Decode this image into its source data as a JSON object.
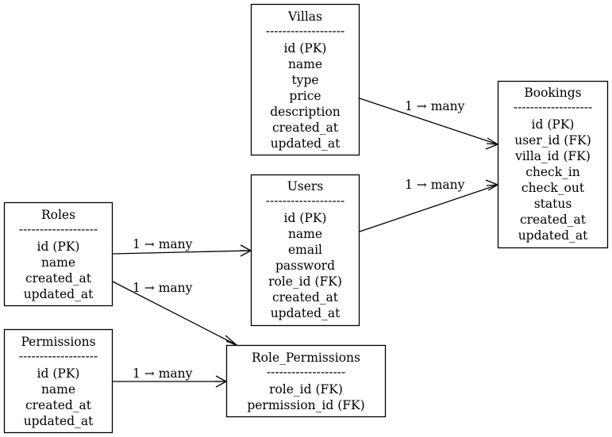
{
  "entities": {
    "villas": {
      "title": "Villas",
      "divider": "-------------------",
      "fields": [
        "id (PK)",
        "name",
        "type",
        "price",
        "description",
        "created_at",
        "updated_at"
      ]
    },
    "bookings": {
      "title": "Bookings",
      "divider": "-------------------",
      "fields": [
        "id (PK)",
        "user_id (FK)",
        "villa_id (FK)",
        "check_in",
        "check_out",
        "status",
        "created_at",
        "updated_at"
      ]
    },
    "users": {
      "title": "Users",
      "divider": "-------------------",
      "fields": [
        "id (PK)",
        "name",
        "email",
        "password",
        "role_id (FK)",
        "created_at",
        "updated_at"
      ]
    },
    "roles": {
      "title": "Roles",
      "divider": "-------------------",
      "fields": [
        "id (PK)",
        "name",
        "created_at",
        "updated_at"
      ]
    },
    "permissions": {
      "title": "Permissions",
      "divider": "-------------------",
      "fields": [
        "id (PK)",
        "name",
        "created_at",
        "updated_at"
      ]
    },
    "role_permissions": {
      "title": "Role_Permissions",
      "divider": "-------------------",
      "fields": [
        "role_id (FK)",
        "permission_id (FK)"
      ]
    }
  },
  "relationships": {
    "villas_bookings": {
      "label": "1 → many"
    },
    "users_bookings": {
      "label": "1 → many"
    },
    "roles_users": {
      "label": "1 → many"
    },
    "roles_role_permissions": {
      "label": "1 → many"
    },
    "permissions_role_permissions": {
      "label": "1 → many"
    }
  },
  "colors": {
    "line": "#000000",
    "background": "#ffffff"
  }
}
